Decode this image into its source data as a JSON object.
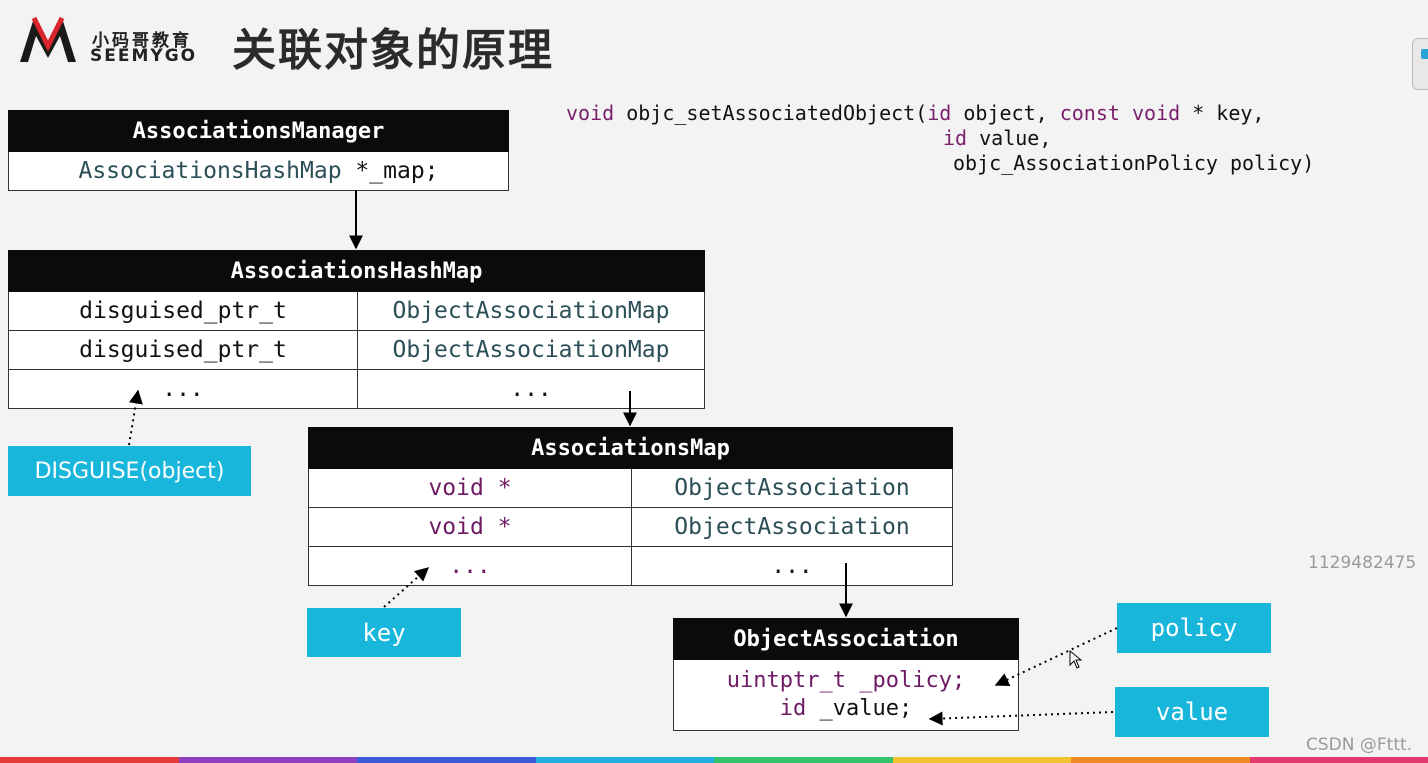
{
  "header": {
    "logo_cn": "小码哥教育",
    "logo_en": "SEEMYGO",
    "title": "关联对象的原理"
  },
  "signature": {
    "kw_void": "void",
    "func": " objc_setAssociatedObject(",
    "kw_id": "id",
    "p1": " object, ",
    "kw_const": "const",
    "sp": " ",
    "kw_void2": "void",
    "p2": " * key,",
    "kw_id2": "id",
    "p3": " value,",
    "line3": "objc_AssociationPolicy policy)"
  },
  "manager": {
    "title": "AssociationsManager",
    "type": "AssociationsHashMap",
    "field": " *_map;"
  },
  "hashmap": {
    "title": "AssociationsHashMap",
    "rows": [
      {
        "key": "disguised_ptr_t",
        "value": "ObjectAssociationMap"
      },
      {
        "key": "disguised_ptr_t",
        "value": "ObjectAssociationMap"
      },
      {
        "key": "...",
        "value": "..."
      }
    ]
  },
  "assocmap": {
    "title": "AssociationsMap",
    "rows": [
      {
        "key": "void *",
        "value": "ObjectAssociation"
      },
      {
        "key": "void *",
        "value": "ObjectAssociation"
      },
      {
        "key": "...",
        "value": "..."
      }
    ]
  },
  "objassoc": {
    "title": "ObjectAssociation",
    "line1": "uintptr_t _policy;",
    "line2_kw": "id",
    "line2": " _value;"
  },
  "tags": {
    "disguise": "DISGUISE(object)",
    "key": "key",
    "policy": "policy",
    "value": "value"
  },
  "watermark": "1129482475",
  "credit": "CSDN @Fttt.",
  "colors": {
    "accent_blue": "#19b6dc",
    "header_black": "#0b0b0b",
    "keyword_purple": "#7a1f6b",
    "type_teal": "#2c4f57",
    "stripe": [
      "#e63a3a",
      "#8e3fbf",
      "#3b5bd9",
      "#1fb0e0",
      "#34c36b",
      "#f1c232",
      "#f08a24",
      "#e23a6d"
    ]
  }
}
